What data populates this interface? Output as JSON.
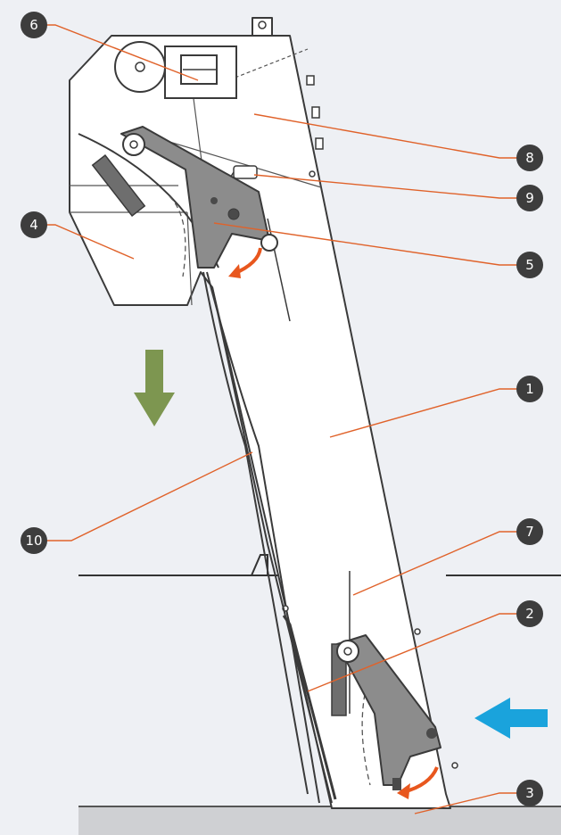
{
  "colors": {
    "background": "#eef0f4",
    "floor": "#cfd0d3",
    "outline": "#3a3a3a",
    "scraper": "#8c8c8c",
    "leader_line": "#e0622a",
    "badge": "#3d3d3d",
    "discharge_arrow": "#7d9650",
    "inflow_arrow": "#1aa3dc",
    "rotation_arrow": "#e8571e"
  },
  "icons": {
    "discharge": "arrow-down-icon",
    "inflow": "arrow-left-icon",
    "rotation": "curved-arrow-icon"
  },
  "callouts": [
    {
      "id": "6",
      "label": "6"
    },
    {
      "id": "4",
      "label": "4"
    },
    {
      "id": "8",
      "label": "8"
    },
    {
      "id": "9",
      "label": "9"
    },
    {
      "id": "5",
      "label": "5"
    },
    {
      "id": "1",
      "label": "1"
    },
    {
      "id": "10",
      "label": "10"
    },
    {
      "id": "7",
      "label": "7"
    },
    {
      "id": "2",
      "label": "2"
    },
    {
      "id": "3",
      "label": "3"
    }
  ]
}
